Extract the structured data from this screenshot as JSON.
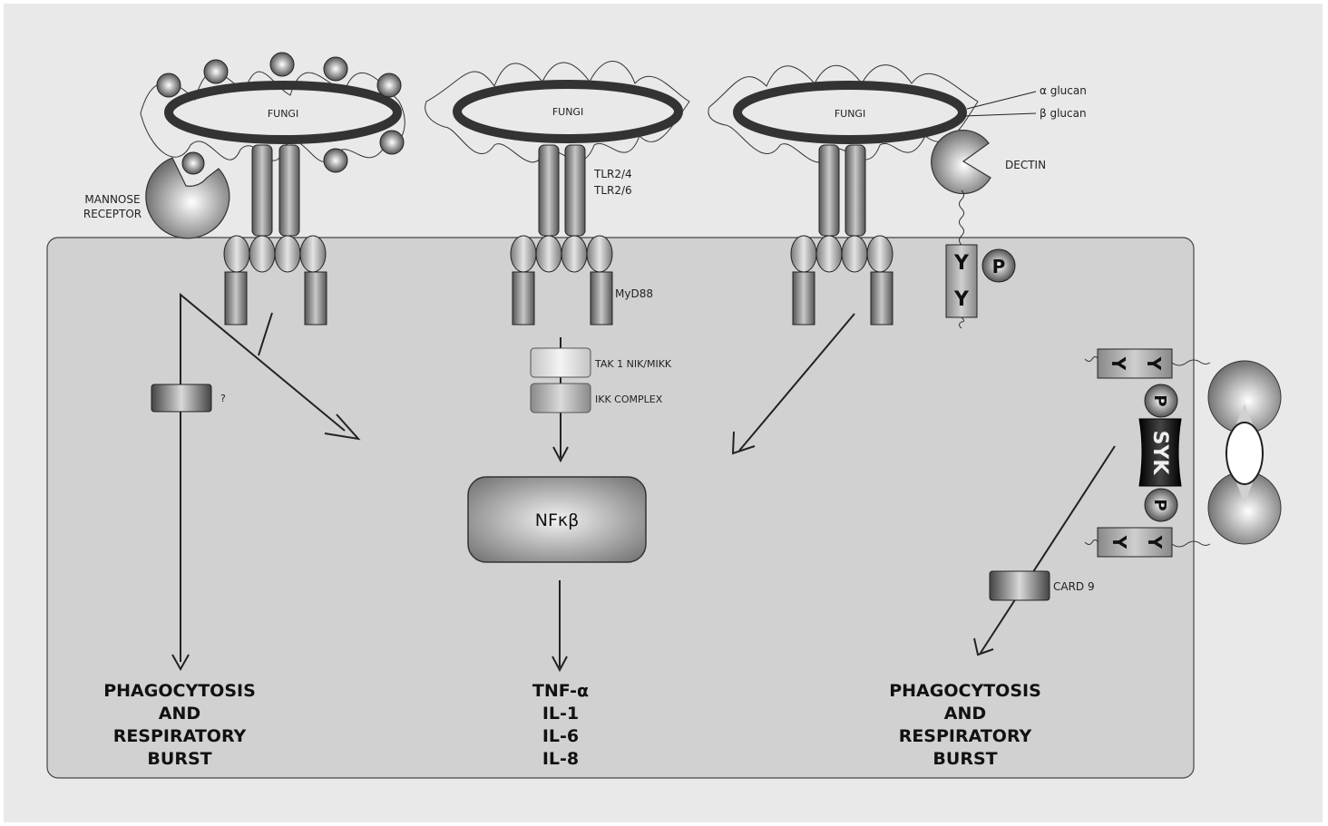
{
  "labels": {
    "fungi": "FUNGI",
    "alpha_glucan": "α glucan",
    "beta_glucan": "β glucan",
    "dectin": "DECTIN",
    "mannose_receptor_line1": "MANNOSE",
    "mannose_receptor_line2": "RECEPTOR",
    "tlr_line1": "TLR2/4",
    "tlr_line2": "TLR2/6",
    "myd88": "MyD88",
    "tak1": "TAK 1 NIK/MIKK",
    "ikk": "IKK COMPLEX",
    "question": "?",
    "nfkb": "NFκβ",
    "card9": "CARD 9",
    "syk": "SYK",
    "y": "Y",
    "p": "P"
  },
  "outputs": {
    "left": [
      "PHAGOCYTOSIS",
      "AND",
      "RESPIRATORY",
      "BURST"
    ],
    "center": [
      "TNF-α",
      "IL-1",
      "IL-6",
      "IL-8"
    ],
    "right": [
      "PHAGOCYTOSIS",
      "AND",
      "RESPIRATORY",
      "BURST"
    ]
  },
  "colors": {
    "page": "#e9e9e9",
    "cell": "#d1d1d1",
    "ring": "#333333",
    "dark": "#1a1a1a"
  }
}
